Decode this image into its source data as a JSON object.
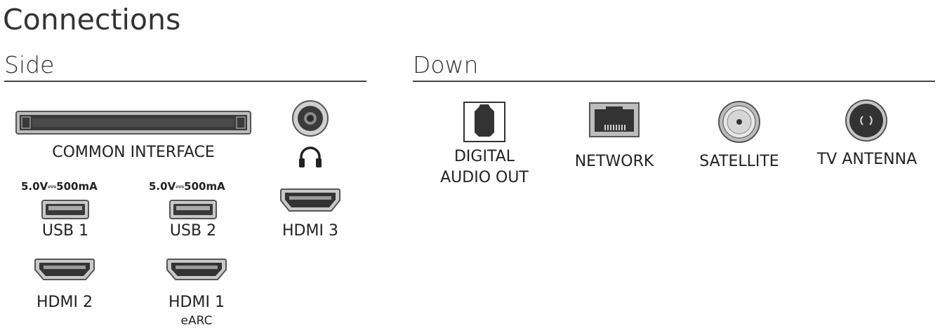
{
  "title": "Connections",
  "side": {
    "heading": "Side",
    "common_interface": "COMMON INTERFACE",
    "usb_spec_1": "5.0V⎓500mA",
    "usb_spec_2": "5.0V⎓500mA",
    "usb1": "USB 1",
    "usb2": "USB 2",
    "hdmi3": "HDMI 3",
    "hdmi2": "HDMI 2",
    "hdmi1": "HDMI 1",
    "hdmi1_sub": "eARC"
  },
  "down": {
    "heading": "Down",
    "digital_audio_line1": "DIGITAL",
    "digital_audio_line2": "AUDIO OUT",
    "network": "NETWORK",
    "satellite": "SATELLITE",
    "tv_antenna": "TV ANTENNA"
  },
  "icons": [
    "ci-slot-icon",
    "headphone-jack-icon",
    "headphone-icon",
    "usb-port-icon",
    "hdmi-port-icon",
    "optical-port-icon",
    "ethernet-port-icon",
    "satellite-port-icon",
    "antenna-port-icon"
  ],
  "colors": {
    "text": "#222222",
    "port_dark": "#333333",
    "port_mid": "#6e6e6e",
    "port_light": "#c8c8c8"
  }
}
